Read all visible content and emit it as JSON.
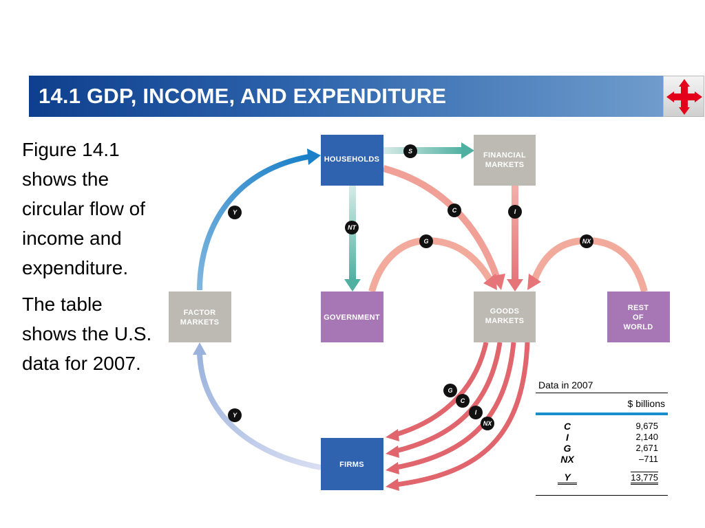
{
  "header": {
    "title": "14.1 GDP, INCOME, AND EXPENDITURE",
    "nav_icon": "move-arrows-icon",
    "nav_color": "#e3001b"
  },
  "body_text": {
    "paragraph1": "Figure 14.1 shows the circular flow of income and expenditure.",
    "paragraph2": "The table shows the U.S. data for 2007."
  },
  "diagram": {
    "boxes": {
      "households": "HOUSEHOLDS",
      "financial_markets_line1": "FINANCIAL",
      "financial_markets_line2": "MARKETS",
      "factor_markets_line1": "FACTOR",
      "factor_markets_line2": "MARKETS",
      "government": "GOVERNMENT",
      "goods_markets_line1": "GOODS",
      "goods_markets_line2": "MARKETS",
      "rest_of_world_line1": "REST",
      "rest_of_world_line2": "OF",
      "rest_of_world_line3": "WORLD",
      "firms": "FIRMS"
    },
    "flow_labels": {
      "savings": "S",
      "consumption": "C",
      "investment": "I",
      "net_taxes": "NT",
      "government": "G",
      "net_exports": "NX",
      "income_top": "Y",
      "income_bottom": "Y",
      "firms_g": "G",
      "firms_c": "C",
      "firms_i": "I",
      "firms_nx": "NX"
    },
    "colors": {
      "households": "#2f63b0",
      "firms": "#2f63b0",
      "markets": "#bcbab3",
      "government": "#a777b5",
      "rest_of_world": "#a777b5",
      "expenditure_flow": "#e0656c",
      "income_flow": "#2f8fd0",
      "savings_flow": "#66b6aa"
    }
  },
  "table": {
    "title": "Data in 2007",
    "unit": "$ billions",
    "rows": [
      {
        "sym": "C",
        "val": "9,675"
      },
      {
        "sym": "I",
        "val": "2,140"
      },
      {
        "sym": "G",
        "val": "2,671"
      },
      {
        "sym": "NX",
        "val": "–711"
      }
    ],
    "total": {
      "sym": "Y",
      "val": "13,775"
    }
  }
}
